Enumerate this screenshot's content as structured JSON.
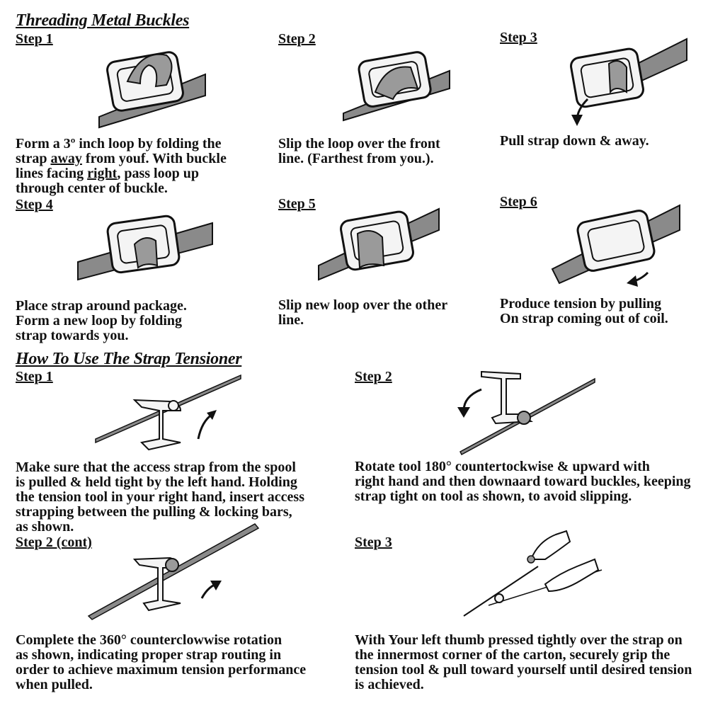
{
  "buckles": {
    "title": "Threading Metal Buckles",
    "steps": [
      {
        "label": "Step 1",
        "lines": [
          "Form a 3º inch loop by folding the",
          "strap away from youf. With buckle",
          "lines facing right, pass loop up",
          "through center of buckle."
        ]
      },
      {
        "label": "Step 2",
        "lines": [
          "Slip the loop over the front",
          "line.  (Farthest from you.)."
        ]
      },
      {
        "label": "Step 3",
        "lines": [
          "Pull strap down & away."
        ]
      },
      {
        "label": "Step 4",
        "lines": [
          "Place strap around package.",
          "Form a new loop by folding",
          "strap towards you."
        ]
      },
      {
        "label": "Step 5",
        "lines": [
          "Slip new loop over the other",
          "line."
        ]
      },
      {
        "label": "Step 6",
        "lines": [
          "Produce tension by pulling",
          "On strap coming out of coil."
        ]
      }
    ]
  },
  "tensioner": {
    "title": "How To Use The Strap Tensioner",
    "steps": [
      {
        "label": "Step 1",
        "lines": [
          "Make sure that the access strap from the spool",
          "is pulled & held tight by the left hand. Holding",
          "the tension tool in your right hand, insert access",
          "strapping between the pulling & locking bars,",
          "as shown."
        ]
      },
      {
        "label": "Step 2",
        "lines": [
          "Rotate tool 180° countertockwise & upward with",
          "right hand and then downaard toward buckles, keeping",
          "strap tight on tool as shown, to avoid slipping."
        ]
      },
      {
        "label": "Step 2 (cont)",
        "lines": [
          "Complete the 360° counterclowwise rotation",
          "as shown, indicating proper strap routing in",
          "order to achieve maximum tension performance",
          "when pulled."
        ]
      },
      {
        "label": "Step 3",
        "lines": [
          "With Your left thumb pressed tightly over the strap on",
          "the innermost corner of the carton, securely grip the",
          "tension tool & pull toward yourself until desired tension",
          "is achieved."
        ]
      }
    ]
  },
  "colors": {
    "ink": "#111111",
    "strap": "#8a8a8a",
    "buckle": "#f4f4f4",
    "background": "#ffffff"
  }
}
